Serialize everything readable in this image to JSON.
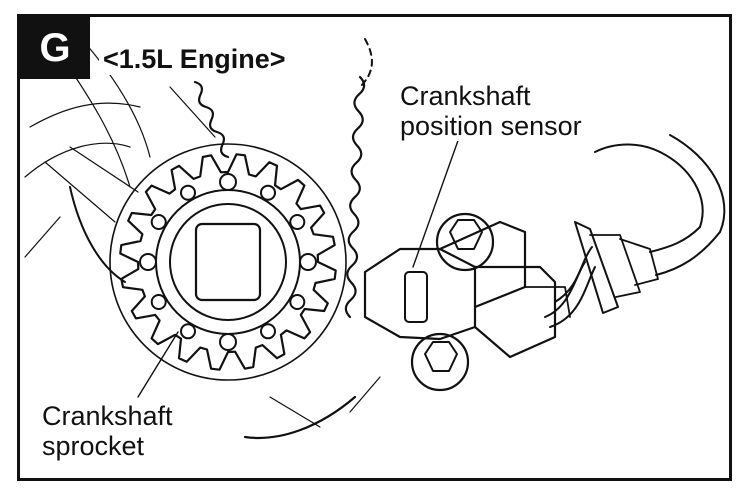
{
  "panel": {
    "letter": "G",
    "engine": "<1.5L Engine>"
  },
  "callouts": {
    "sensor": [
      "Crankshaft",
      "position sensor"
    ],
    "sprocket": [
      "Crankshaft",
      "sprocket"
    ]
  },
  "colors": {
    "ink": "#111111",
    "paper": "#ffffff"
  }
}
